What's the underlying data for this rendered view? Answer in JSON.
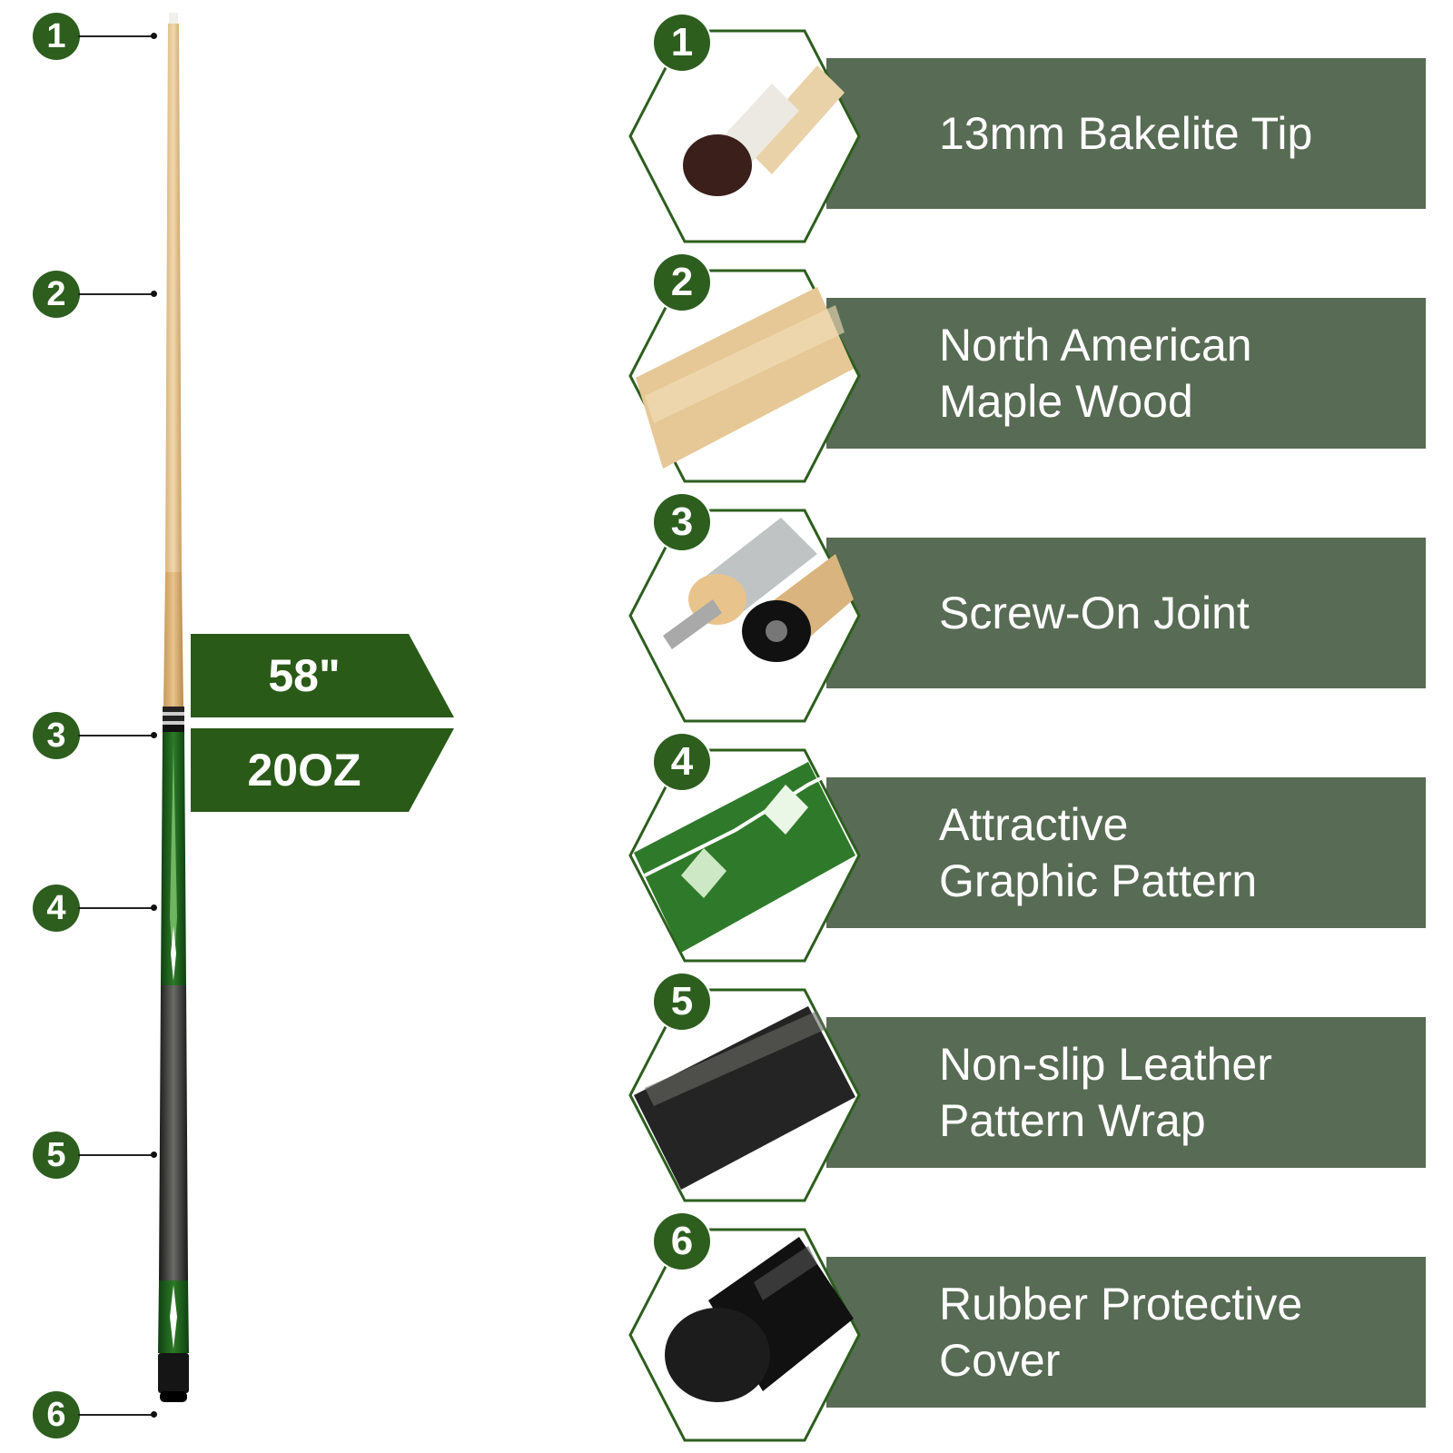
{
  "callouts": [
    "1",
    "2",
    "3",
    "4",
    "5",
    "6"
  ],
  "specs": {
    "length": "58\"",
    "weight": "20OZ"
  },
  "features": [
    {
      "number": "1",
      "label": "13mm Bakelite Tip",
      "icon": "cue-tip-icon"
    },
    {
      "number": "2",
      "label": "North American\nMaple Wood",
      "icon": "maple-shaft-icon"
    },
    {
      "number": "3",
      "label": "Screw-On Joint",
      "icon": "joint-pin-icon"
    },
    {
      "number": "4",
      "label": "Attractive\nGraphic Pattern",
      "icon": "graphic-pattern-icon"
    },
    {
      "number": "5",
      "label": "Non-slip Leather\nPattern Wrap",
      "icon": "leather-wrap-icon"
    },
    {
      "number": "6",
      "label": "Rubber Protective\nCover",
      "icon": "rubber-bumper-icon"
    }
  ],
  "colors": {
    "badge": "#2d5e1e",
    "band": "#586b54",
    "tag": "#2a5a18",
    "hex_border": "#2d5e1e"
  }
}
